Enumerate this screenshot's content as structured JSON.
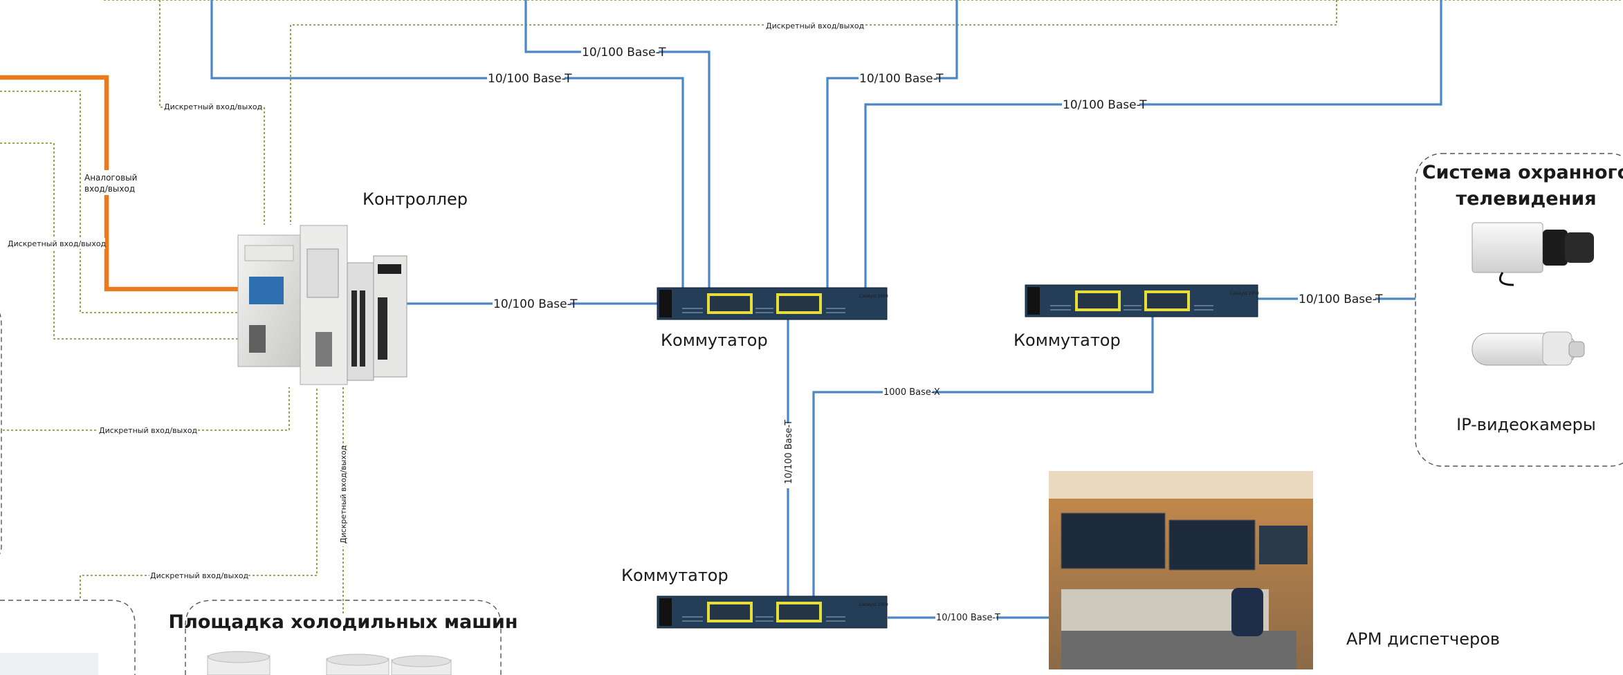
{
  "title_controller": "Контроллер",
  "switch_label": "Коммутатор",
  "link_fast": "10/100 Base-T",
  "link_gig": "1000 Base-X",
  "link_discrete": "Дискретный вход/выход",
  "link_analog_l1": "Аналоговый",
  "link_analog_l2": "вход/выход",
  "cctv": {
    "title_l1": "Система охранного",
    "title_l2": "телевидения",
    "caption": "IP-видеокамеры"
  },
  "chillers_title": "Площадка холодильных машин",
  "operator_caption": "АРМ диспетчеров",
  "switch_brand": "Catalyst 2950",
  "colors": {
    "ethernet": "#4a86c8",
    "analog": "#ec7a1d",
    "discrete": "#7b8a25",
    "switch_body": "#243e58",
    "port_frame": "#e6dd3a"
  }
}
